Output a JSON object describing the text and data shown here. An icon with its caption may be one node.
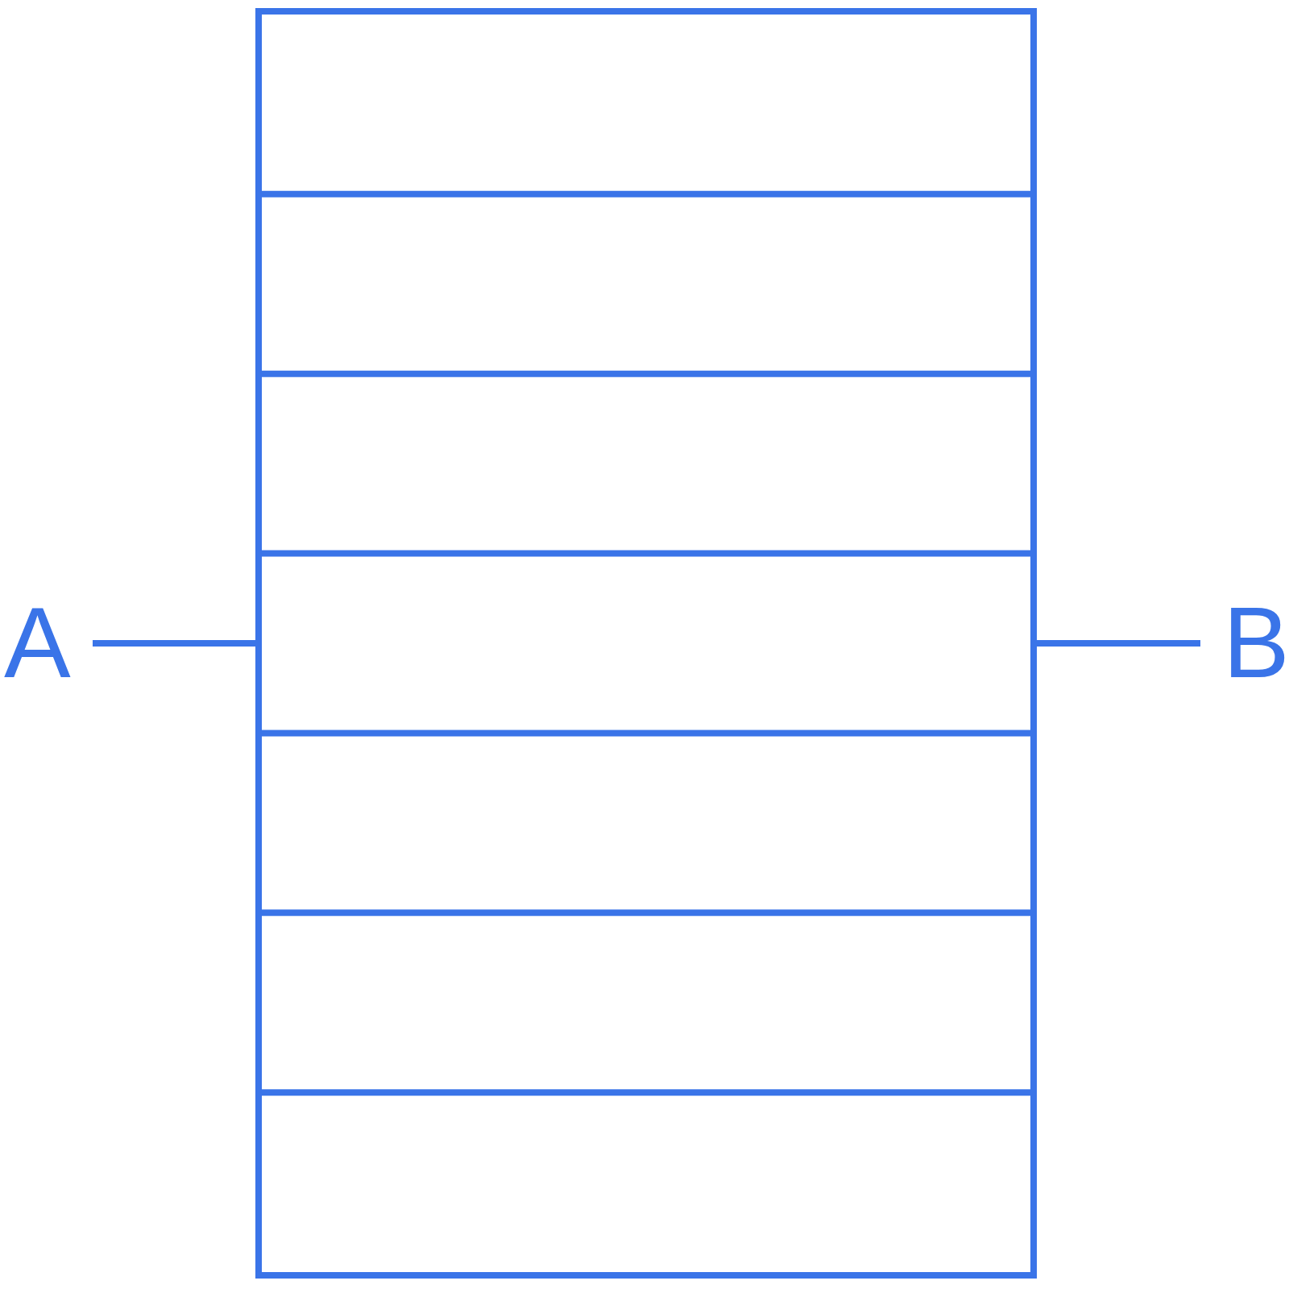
{
  "diagram": {
    "nodes": [
      {
        "text": [
          "A"
        ]
      },
      {
        "text": [
          "B"
        ]
      },
      {
        "text": [],
        "shape": "box"
      }
    ],
    "edges": [
      {
        "from": 0,
        "to": 2,
        "arrow": "none"
      },
      {
        "from": 1,
        "to": 2,
        "arrow": "none"
      }
    ]
  }
}
